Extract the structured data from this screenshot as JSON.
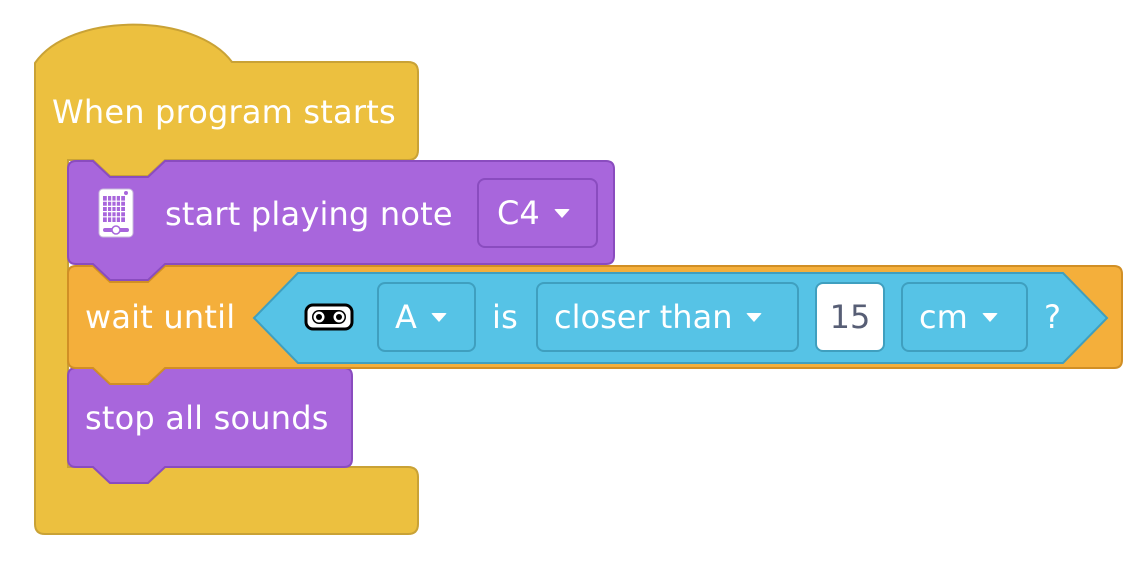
{
  "hat_block": {
    "label": "When program starts",
    "color": "#ecc03f"
  },
  "note_block": {
    "label": "start playing note",
    "note": "C4",
    "icon": "hub-speaker-icon",
    "color": "#a866dc"
  },
  "wait_block": {
    "label": "wait until",
    "color": "#f4af3b",
    "condition": {
      "icon": "distance-sensor-icon",
      "port": "A",
      "is_label": "is",
      "comparison": "closer than",
      "value": "15",
      "unit": "cm",
      "question": "?",
      "color": "#56c3e6"
    }
  },
  "stop_block": {
    "label": "stop all sounds",
    "color": "#a866dc"
  }
}
